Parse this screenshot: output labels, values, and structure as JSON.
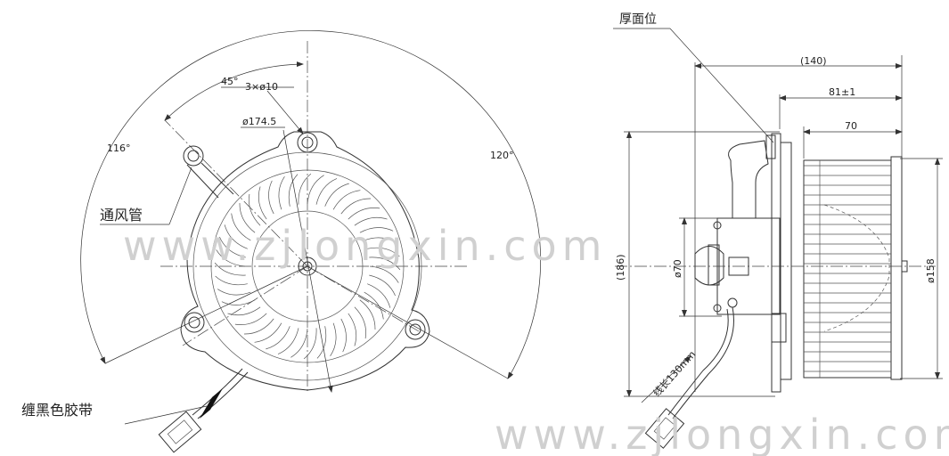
{
  "front_view": {
    "labels": {
      "angle_45": "45°",
      "holes": "3×ø10",
      "diameter": "ø174.5",
      "angle_116": "116°",
      "angle_120": "120°",
      "air_tube": "通风管",
      "tape": "缠黑色胶带"
    }
  },
  "side_view": {
    "labels": {
      "thick_side": "厚面位",
      "overall_length": "(140)",
      "body_length": "81±1",
      "wheel_length": "70",
      "height": "(186)",
      "hub_dia": "ø70",
      "wheel_dia": "ø158",
      "lead_length": "线长130mm"
    }
  },
  "watermark": "www.zjlongxin.com"
}
